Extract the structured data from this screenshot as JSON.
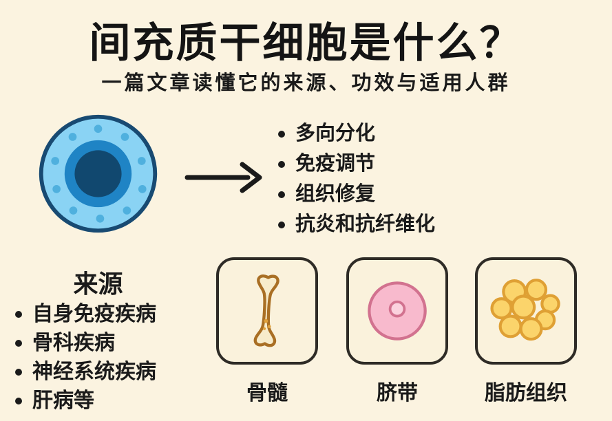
{
  "header": {
    "title": "间充质干细胞是什么？",
    "subtitle": "一篇文章读懂它的来源、功效与适用人群"
  },
  "cell": {
    "icon": "stem-cell-icon"
  },
  "functions": {
    "items": [
      "多向分化",
      "免疫调节",
      "组织修复",
      "抗炎和抗纤维化"
    ]
  },
  "sources": {
    "heading": "来源",
    "cards": [
      {
        "label": "骨髓",
        "icon": "bone-marrow-icon"
      },
      {
        "label": "脐带",
        "icon": "umbilical-cord-icon"
      },
      {
        "label": "脂肪组织",
        "icon": "adipose-tissue-icon"
      }
    ]
  },
  "applicable_conditions": {
    "items": [
      "自身免疫疾病",
      "骨科疾病",
      "神经系统疾病",
      "肝病等"
    ]
  },
  "icons": {
    "arrow": "arrow-right-icon",
    "bullet": "bullet-dot"
  },
  "colors": {
    "background": "#FBF3E0",
    "text": "#1a1a1a",
    "cell_outer": "#8AD3F4",
    "cell_border": "#184A72",
    "cell_mid": "#1F84C5",
    "cell_nucleus": "#11486F",
    "card_background": "#FAF2DC",
    "card_border": "#2e2b26",
    "bone_fill": "#F7ECCB",
    "bone_outline": "#A96F24",
    "cord_fill": "#F8BACD",
    "cord_outline": "#D2728F",
    "fat_fill": "#FBD46B",
    "fat_outline": "#DFA034"
  }
}
